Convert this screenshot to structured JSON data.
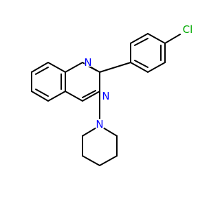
{
  "molecule": {
    "atoms": [
      {
        "id": "N1",
        "label": "N",
        "color": "#0000FF"
      },
      {
        "id": "N3",
        "label": "N",
        "color": "#0000FF"
      },
      {
        "id": "Npip",
        "label": "N",
        "color": "#0000FF"
      },
      {
        "id": "Cl",
        "label": "Cl",
        "color": "#00AA00"
      }
    ]
  }
}
